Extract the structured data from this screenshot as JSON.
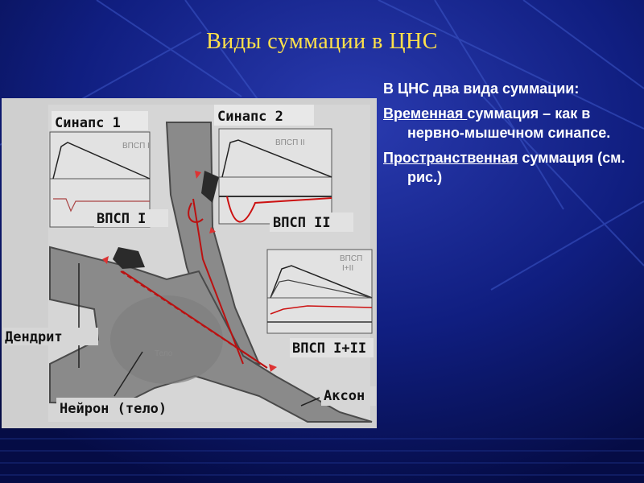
{
  "slide": {
    "title": "Виды суммации в ЦНС",
    "colors": {
      "background": "#0a1a6e",
      "title": "#ffe14a",
      "body_text": "#ffffff"
    }
  },
  "text": {
    "intro": "В ЦНС два вида суммации:",
    "temporal_term": "Временная ",
    "temporal_rest": "суммация – как в нервно-мышечном синапсе.",
    "spatial_term": "Пространственная",
    "spatial_rest": " суммация (см. рис.)"
  },
  "figure": {
    "labels": {
      "synapse1": "Синапс 1",
      "synapse2": "Синапс 2",
      "epsp1": "ВПСП I",
      "epsp2": "ВПСП II",
      "epsp12": "ВПСП I+II",
      "dendrite": "Дендрит",
      "neuron_body": "Нейрон (тело)",
      "axon": "Аксон"
    },
    "plot_labels": {
      "plot1": "ВПСП I",
      "plot2": "ВПСП II",
      "plot3_a": "ВПСП",
      "plot3_b": "I+II",
      "soma": "Тело"
    }
  }
}
